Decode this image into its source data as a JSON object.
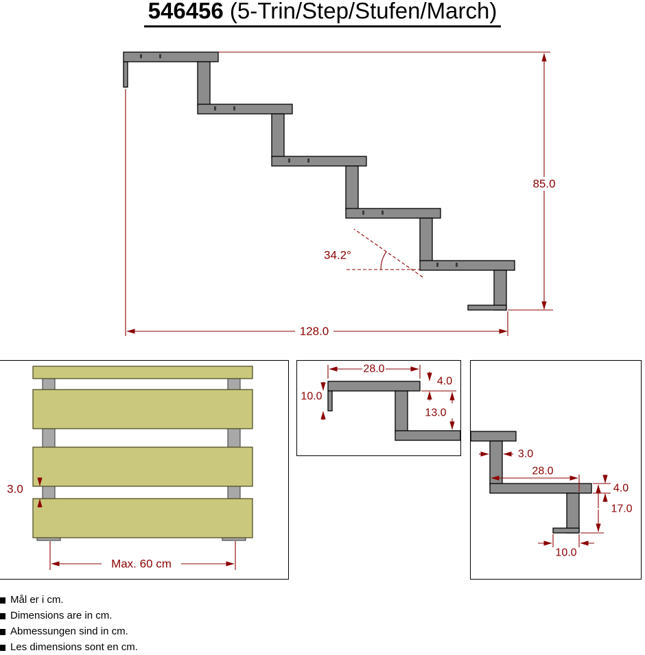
{
  "title": {
    "part_number": "546456",
    "suffix": " (5-Trin/Step/Stufen/March)"
  },
  "colors": {
    "dimension": "#8b0000",
    "stringer_fill": "#8c8c8c",
    "outline": "#000000",
    "plank_fill": "#c9c87c",
    "post_fill": "#a8a8a8",
    "background": "#ffffff",
    "box_border": "#000000"
  },
  "side_view": {
    "total_height": "85.0",
    "total_length": "128.0",
    "angle": "34.2°"
  },
  "front_view": {
    "board_gap": "3.0",
    "max_spacing": "Max. 60 cm"
  },
  "step_detail": {
    "tread_depth": "28.0",
    "tread_thickness": "4.0",
    "front_drop": "10.0",
    "riser_height": "13.0"
  },
  "bottom_step_detail": {
    "plate_width": "3.0",
    "tread_depth": "28.0",
    "tread_thickness": "4.0",
    "bottom_height": "17.0",
    "foot_length": "10.0"
  },
  "notes": [
    "Mål er i cm.",
    "Dimensions are in cm.",
    "Abmessungen sind in cm.",
    "Les dimensions sont en cm."
  ]
}
